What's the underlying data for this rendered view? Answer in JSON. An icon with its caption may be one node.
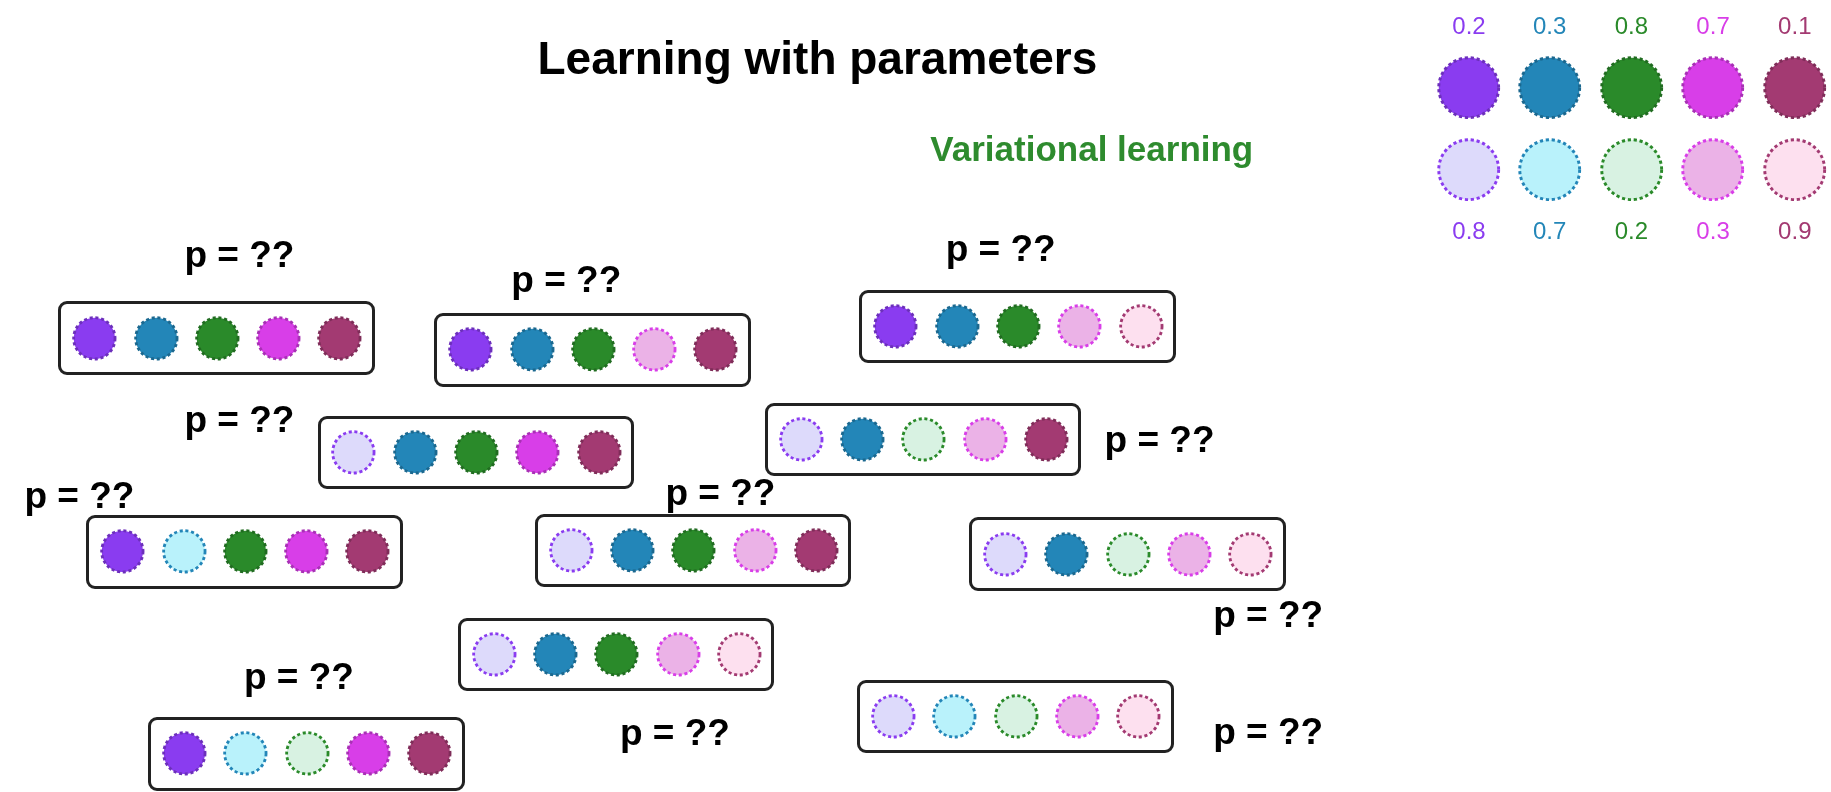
{
  "diagram": {
    "title": "Learning with parameters",
    "labels": [
      "Variational learning"
    ],
    "nodes": [
      {
        "text": [],
        "shape": "circle",
        "beside": [
          "0.2"
        ]
      },
      {
        "text": [],
        "shape": "circle",
        "beside": [
          "0.3"
        ]
      },
      {
        "text": [],
        "shape": "circle",
        "beside": [
          "0.8"
        ]
      },
      {
        "text": [],
        "shape": "circle",
        "beside": [
          "0.7"
        ]
      },
      {
        "text": [],
        "shape": "circle",
        "beside": [
          "0.1"
        ]
      },
      {
        "text": [],
        "shape": "circle",
        "beside": [
          "0.8"
        ]
      },
      {
        "text": [],
        "shape": "circle",
        "beside": [
          "0.7"
        ]
      },
      {
        "text": [],
        "shape": "circle",
        "beside": [
          "0.2"
        ]
      },
      {
        "text": [],
        "shape": "circle",
        "beside": [
          "0.3"
        ]
      },
      {
        "text": [],
        "shape": "circle",
        "beside": [
          "0.9"
        ]
      },
      {
        "text": [],
        "shape": "box",
        "beside": [
          "p = ??"
        ]
      },
      {
        "text": [],
        "shape": "circle",
        "in": 10
      },
      {
        "text": [],
        "shape": "circle",
        "in": 10
      },
      {
        "text": [],
        "shape": "circle",
        "in": 10
      },
      {
        "text": [],
        "shape": "circle",
        "in": 10
      },
      {
        "text": [],
        "shape": "circle",
        "in": 10
      },
      {
        "text": [],
        "shape": "box",
        "beside": [
          "p = ??"
        ]
      },
      {
        "text": [],
        "shape": "circle",
        "in": 16
      },
      {
        "text": [],
        "shape": "circle",
        "in": 16
      },
      {
        "text": [],
        "shape": "circle",
        "in": 16
      },
      {
        "text": [],
        "shape": "circle",
        "in": 16
      },
      {
        "text": [],
        "shape": "circle",
        "in": 16
      },
      {
        "text": [],
        "shape": "box",
        "beside": [
          "p = ??"
        ]
      },
      {
        "text": [],
        "shape": "circle",
        "in": 22
      },
      {
        "text": [],
        "shape": "circle",
        "in": 22
      },
      {
        "text": [],
        "shape": "circle",
        "in": 22
      },
      {
        "text": [],
        "shape": "circle",
        "in": 22
      },
      {
        "text": [],
        "shape": "circle",
        "in": 22
      },
      {
        "text": [],
        "shape": "box",
        "beside": [
          "p = ??"
        ]
      },
      {
        "text": [],
        "shape": "circle",
        "in": 28
      },
      {
        "text": [],
        "shape": "circle",
        "in": 28
      },
      {
        "text": [],
        "shape": "circle",
        "in": 28
      },
      {
        "text": [],
        "shape": "circle",
        "in": 28
      },
      {
        "text": [],
        "shape": "circle",
        "in": 28
      },
      {
        "text": [],
        "shape": "box",
        "beside": [
          "p = ??"
        ]
      },
      {
        "text": [],
        "shape": "circle",
        "in": 34
      },
      {
        "text": [],
        "shape": "circle",
        "in": 34
      },
      {
        "text": [],
        "shape": "circle",
        "in": 34
      },
      {
        "text": [],
        "shape": "circle",
        "in": 34
      },
      {
        "text": [],
        "shape": "circle",
        "in": 34
      },
      {
        "text": [],
        "shape": "box",
        "beside": [
          "p = ??"
        ]
      },
      {
        "text": [],
        "shape": "circle",
        "in": 40
      },
      {
        "text": [],
        "shape": "circle",
        "in": 40
      },
      {
        "text": [],
        "shape": "circle",
        "in": 40
      },
      {
        "text": [],
        "shape": "circle",
        "in": 40
      },
      {
        "text": [],
        "shape": "circle",
        "in": 40
      },
      {
        "text": [],
        "shape": "box",
        "beside": [
          "p = ??"
        ]
      },
      {
        "text": [],
        "shape": "circle",
        "in": 46
      },
      {
        "text": [],
        "shape": "circle",
        "in": 46
      },
      {
        "text": [],
        "shape": "circle",
        "in": 46
      },
      {
        "text": [],
        "shape": "circle",
        "in": 46
      },
      {
        "text": [],
        "shape": "circle",
        "in": 46
      },
      {
        "text": [],
        "shape": "box",
        "beside": [
          "p = ??"
        ]
      },
      {
        "text": [],
        "shape": "circle",
        "in": 52
      },
      {
        "text": [],
        "shape": "circle",
        "in": 52
      },
      {
        "text": [],
        "shape": "circle",
        "in": 52
      },
      {
        "text": [],
        "shape": "circle",
        "in": 52
      },
      {
        "text": [],
        "shape": "circle",
        "in": 52
      },
      {
        "text": [],
        "shape": "box",
        "beside": [
          "p = ??"
        ]
      },
      {
        "text": [],
        "shape": "circle",
        "in": 58
      },
      {
        "text": [],
        "shape": "circle",
        "in": 58
      },
      {
        "text": [],
        "shape": "circle",
        "in": 58
      },
      {
        "text": [],
        "shape": "circle",
        "in": 58
      },
      {
        "text": [],
        "shape": "circle",
        "in": 58
      },
      {
        "text": [],
        "shape": "box",
        "beside": [
          "p = ??"
        ]
      },
      {
        "text": [],
        "shape": "circle",
        "in": 64
      },
      {
        "text": [],
        "shape": "circle",
        "in": 64
      },
      {
        "text": [],
        "shape": "circle",
        "in": 64
      },
      {
        "text": [],
        "shape": "circle",
        "in": 64
      },
      {
        "text": [],
        "shape": "circle",
        "in": 64
      },
      {
        "text": [],
        "shape": "box",
        "beside": [
          "p = ??"
        ]
      },
      {
        "text": [],
        "shape": "circle",
        "in": 70
      },
      {
        "text": [],
        "shape": "circle",
        "in": 70
      },
      {
        "text": [],
        "shape": "circle",
        "in": 70
      },
      {
        "text": [],
        "shape": "circle",
        "in": 70
      },
      {
        "text": [],
        "shape": "circle",
        "in": 70
      }
    ]
  }
}
